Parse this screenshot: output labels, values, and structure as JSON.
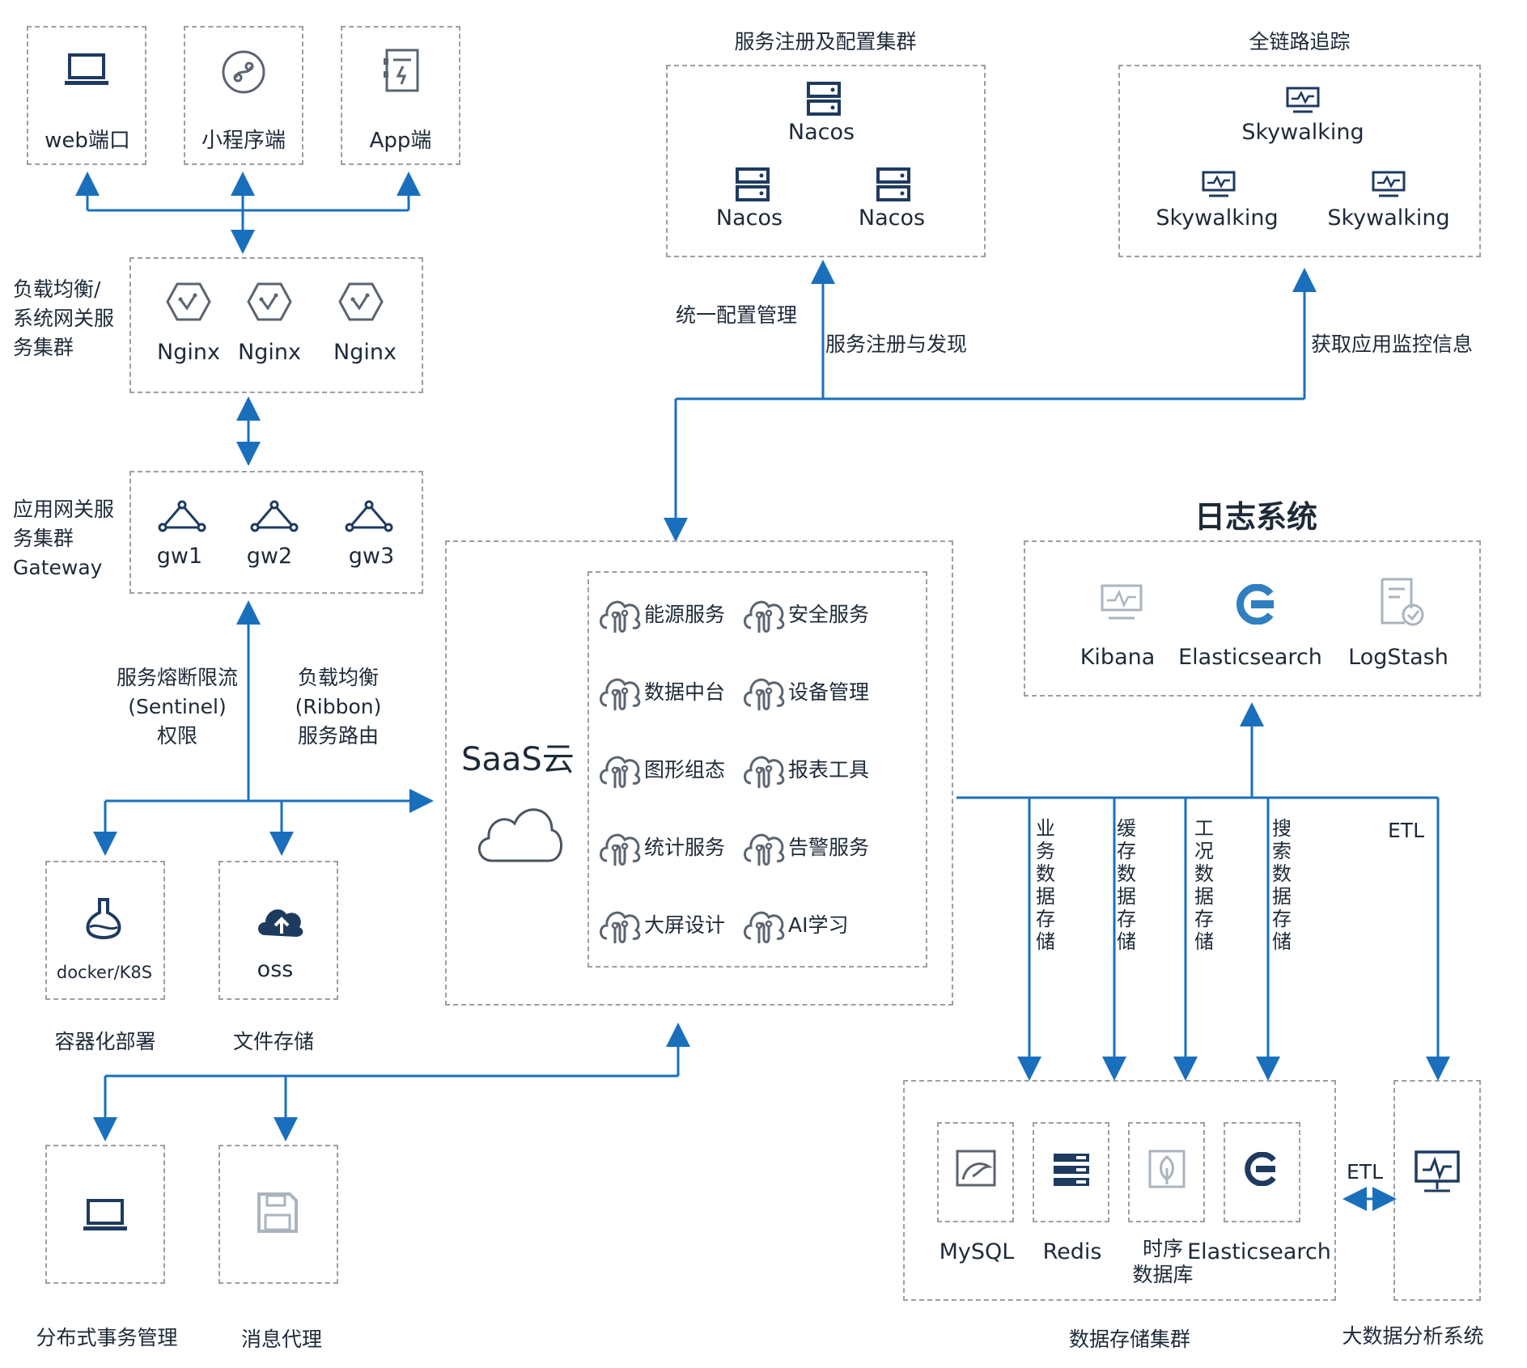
{
  "clients": {
    "web": "web端口",
    "miniprogram": "小程序端",
    "app": "App端"
  },
  "lb": {
    "label": "负载均衡/\n系统网关服\n务集群",
    "n1": "Nginx",
    "n2": "Nginx",
    "n3": "Nginx"
  },
  "gateway": {
    "label": "应用网关服\n务集群\nGateway",
    "g1": "gw1",
    "g2": "gw2",
    "g3": "gw3"
  },
  "edge_left": "服务熔断限流\n(Sentinel)\n权限",
  "edge_right": "负载均衡\n(Ribbon)\n服务路由",
  "docker": {
    "name": "docker/K8S",
    "caption": "容器化部署"
  },
  "oss": {
    "name": "oss",
    "caption": "文件存储"
  },
  "dist_tx": "分布式事务管理",
  "mq": "消息代理",
  "saas": {
    "title": "SaaS云",
    "services": [
      "能源服务",
      "安全服务",
      "数据中台",
      "设备管理",
      "图形组态",
      "报表工具",
      "统计服务",
      "告警服务",
      "大屏设计",
      "AI学习"
    ]
  },
  "registry": {
    "title": "服务注册及配置集群",
    "n1": "Nacos",
    "n2": "Nacos",
    "n3": "Nacos"
  },
  "tracing": {
    "title": "全链路追踪",
    "s1": "Skywalking",
    "s2": "Skywalking",
    "s3": "Skywalking"
  },
  "edges": {
    "config": "统一配置管理",
    "discovery": "服务注册与发现",
    "monitor": "获取应用监控信息"
  },
  "logging": {
    "title": "日志系统",
    "kibana": "Kibana",
    "es": "Elasticsearch",
    "logstash": "LogStash"
  },
  "storage_edges": {
    "business": "业务数据存储",
    "cache": "缓存数据存储",
    "condition": "工况数据存储",
    "search": "搜索数据存储",
    "etl": "ETL"
  },
  "storage": {
    "mysql": "MySQL",
    "redis": "Redis",
    "tsdb": "时序\n数据库",
    "es": "Elasticsearch",
    "caption": "数据存储集群"
  },
  "etl2": "ETL",
  "bigdata": "大数据分析系统",
  "colors": {
    "line": "#1a6fbd",
    "dash": "#9aa0a6",
    "icon": "#1e3a5f",
    "accent": "#2f7fc1",
    "muted": "#aab4bf"
  }
}
